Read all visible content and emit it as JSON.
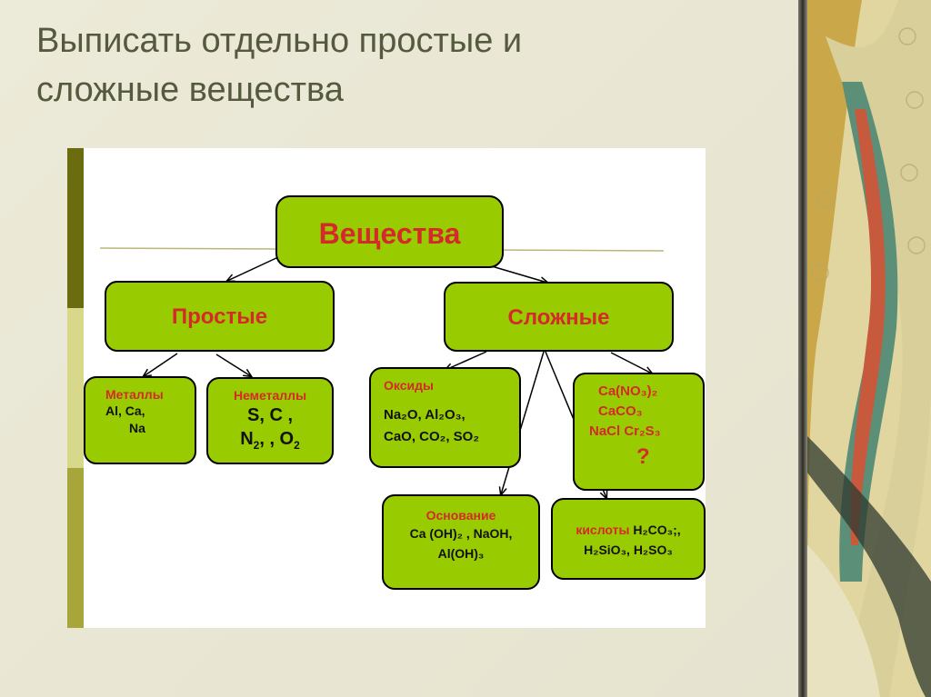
{
  "slide": {
    "title_line1": "Выписать отдельно простые и",
    "title_line2": "сложные вещества"
  },
  "colors": {
    "box_fill": "#99cc00",
    "label_red": "#d42a2a",
    "text_dark": "#111111",
    "title": "#555a3e"
  },
  "diagram": {
    "root": "Вещества",
    "simple": {
      "label": "Простые",
      "metals": {
        "label": "Металлы",
        "line1": "Al,  Ca,",
        "line2": "Na"
      },
      "nonmetals": {
        "label": "Неметаллы",
        "line1": "S,  C ,",
        "line2_a": "N",
        "line2_sub": "2",
        "line2_b": ", , O",
        "line2_sub2": "2"
      }
    },
    "complex": {
      "label": "Сложные",
      "oxides": {
        "label": "Оксиды",
        "line1": "Na₂O,  Al₂O₃,",
        "line2": "CaO,  CO₂, SO₂"
      },
      "salts": {
        "line1": "Ca(NO₃)₂",
        "line2": "CaCO₃",
        "line3": "NaCl   Cr₂S₃",
        "question": "?"
      },
      "bases": {
        "label": "Основание",
        "line1": "Ca (OH)₂ , NaOH,",
        "line2": "Al(OH)₃"
      },
      "acids": {
        "label": "кислоты",
        "formula1": "H₂CO₃;,",
        "line2": "H₂SiO₃, H₂SO₃"
      }
    }
  }
}
